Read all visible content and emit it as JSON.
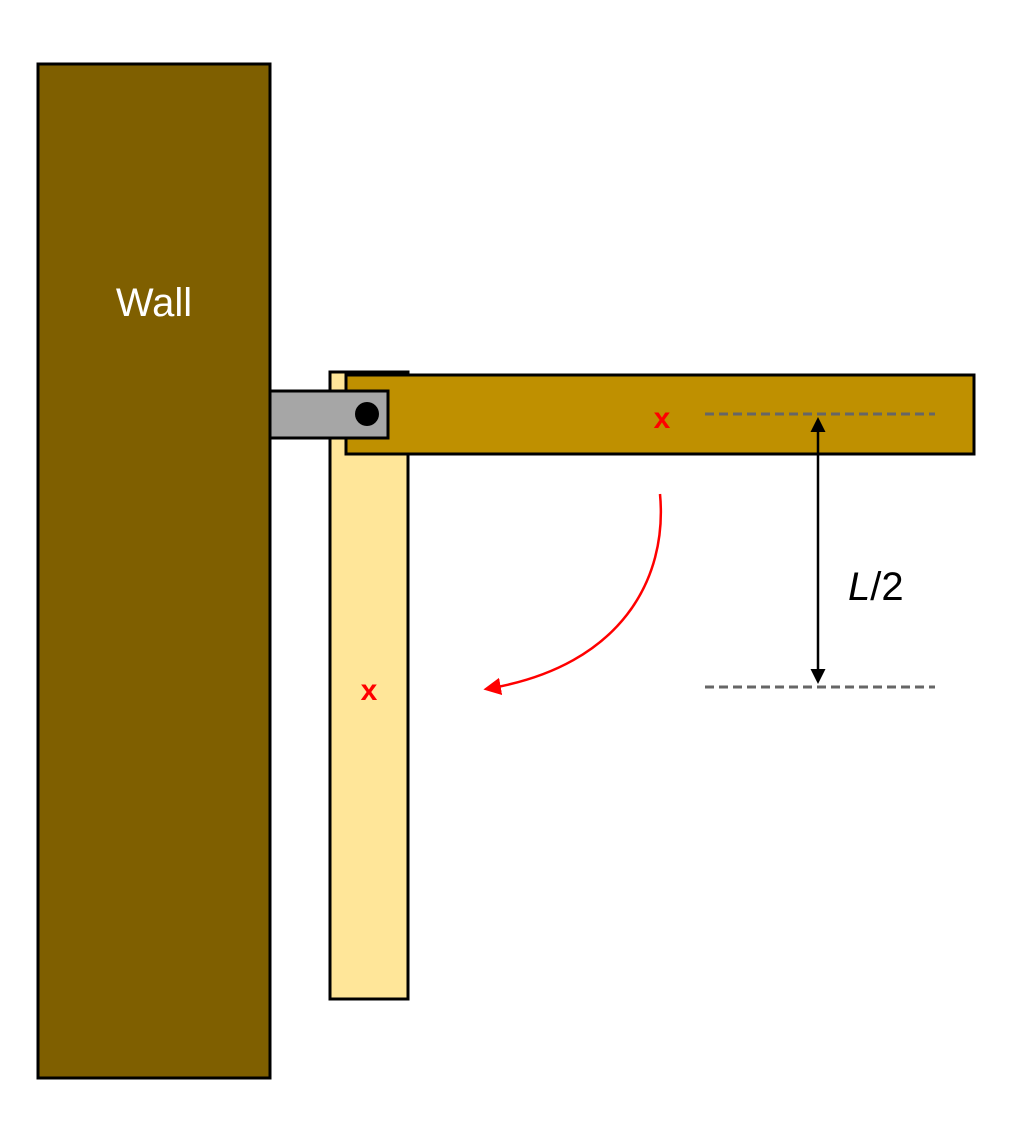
{
  "diagram": {
    "wall": {
      "label": "Wall"
    },
    "center_marks": {
      "horizontal_rod_mark": "x",
      "vertical_rod_mark": "x"
    },
    "dimension": {
      "label_var": "L",
      "label_rest": "/2"
    },
    "colors": {
      "wall_fill": "#7f5f00",
      "horizontal_rod_fill": "#bf9000",
      "vertical_rod_fill": "#ffe699",
      "hinge_fill": "#a6a6a6",
      "pivot_fill": "#000000",
      "outline": "#000000",
      "mark_color": "#ff0000",
      "rotation_arrow": "#ff0000",
      "dashed_line": "#666666",
      "wall_label_color": "#ffffff"
    },
    "icons": {
      "rotation": "curved-arrow-icon",
      "dimension": "double-arrow-icon",
      "pivot": "pivot-pin-icon"
    }
  }
}
